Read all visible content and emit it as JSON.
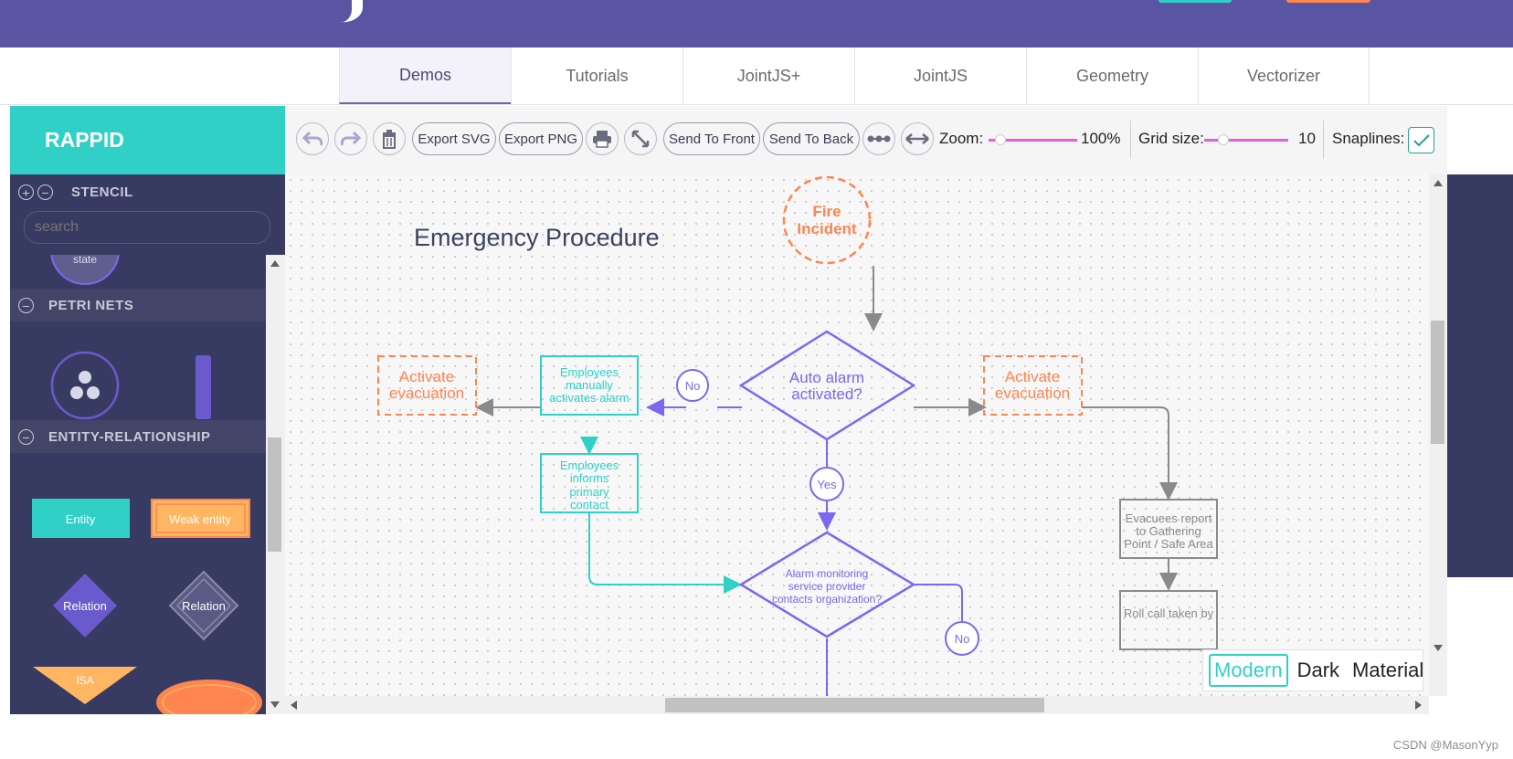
{
  "nav": {
    "tabs": [
      {
        "label": "Demos",
        "active": true
      },
      {
        "label": "Tutorials"
      },
      {
        "label": "JointJS+"
      },
      {
        "label": "JointJS"
      },
      {
        "label": "Geometry"
      },
      {
        "label": "Vectorizer"
      }
    ]
  },
  "app": {
    "brand": "RAPPID",
    "stencil": {
      "title": "STENCIL",
      "search_placeholder": "search",
      "partial_item_label": "state",
      "groups": [
        {
          "title": "PETRI NETS"
        },
        {
          "title": "ENTITY-RELATIONSHIP"
        }
      ],
      "er_items": {
        "entity": "Entity",
        "weak_entity": "Weak entity",
        "relation": "Relation",
        "identifying_relation": "Relation",
        "isa": "ISA"
      }
    },
    "toolbar": {
      "export_svg": "Export SVG",
      "export_png": "Export PNG",
      "send_front": "Send To Front",
      "send_back": "Send To Back",
      "zoom_label": "Zoom:",
      "zoom_value": "100%",
      "zoom_level": 0.12,
      "grid_label": "Grid size:",
      "grid_value": "10",
      "grid_level": 0.22,
      "snaplines_label": "Snaplines:",
      "snaplines_checked": true
    },
    "diagram": {
      "title": "Emergency Procedure",
      "nodes": {
        "fire": [
          "Fire",
          "Incident"
        ],
        "auto_alarm": [
          "Auto alarm",
          "activated?"
        ],
        "activate_left": [
          "Activate",
          "evacuation"
        ],
        "activate_right": [
          "Activate",
          "evacuation"
        ],
        "employees_manual": [
          "Employees",
          "manually",
          "activates alarm"
        ],
        "employees_inform": [
          "Employees",
          "informs",
          "primary",
          "contact"
        ],
        "alarm_monitoring": [
          "Alarm monitoring",
          "service provider",
          "contacts organization?"
        ],
        "evacuees_report": [
          "Evacuees report",
          "to Gathering",
          "Point / Safe Area"
        ],
        "roll_call": [
          "Roll call taken by"
        ]
      },
      "labels": {
        "no_1": "No",
        "yes": "Yes",
        "no_2": "No"
      }
    },
    "themes": {
      "options": [
        "Modern",
        "Dark",
        "Material"
      ],
      "selected": "Modern"
    }
  },
  "colors": {
    "header": "#5a55a2",
    "brand": "#31d0c6",
    "stencil_bg": "#383b61",
    "purple": "#7b68ee",
    "orange": "#fe854f",
    "teal": "#31d0c6",
    "gray": "#8a8a8a"
  },
  "watermark": "CSDN @MasonYyp"
}
